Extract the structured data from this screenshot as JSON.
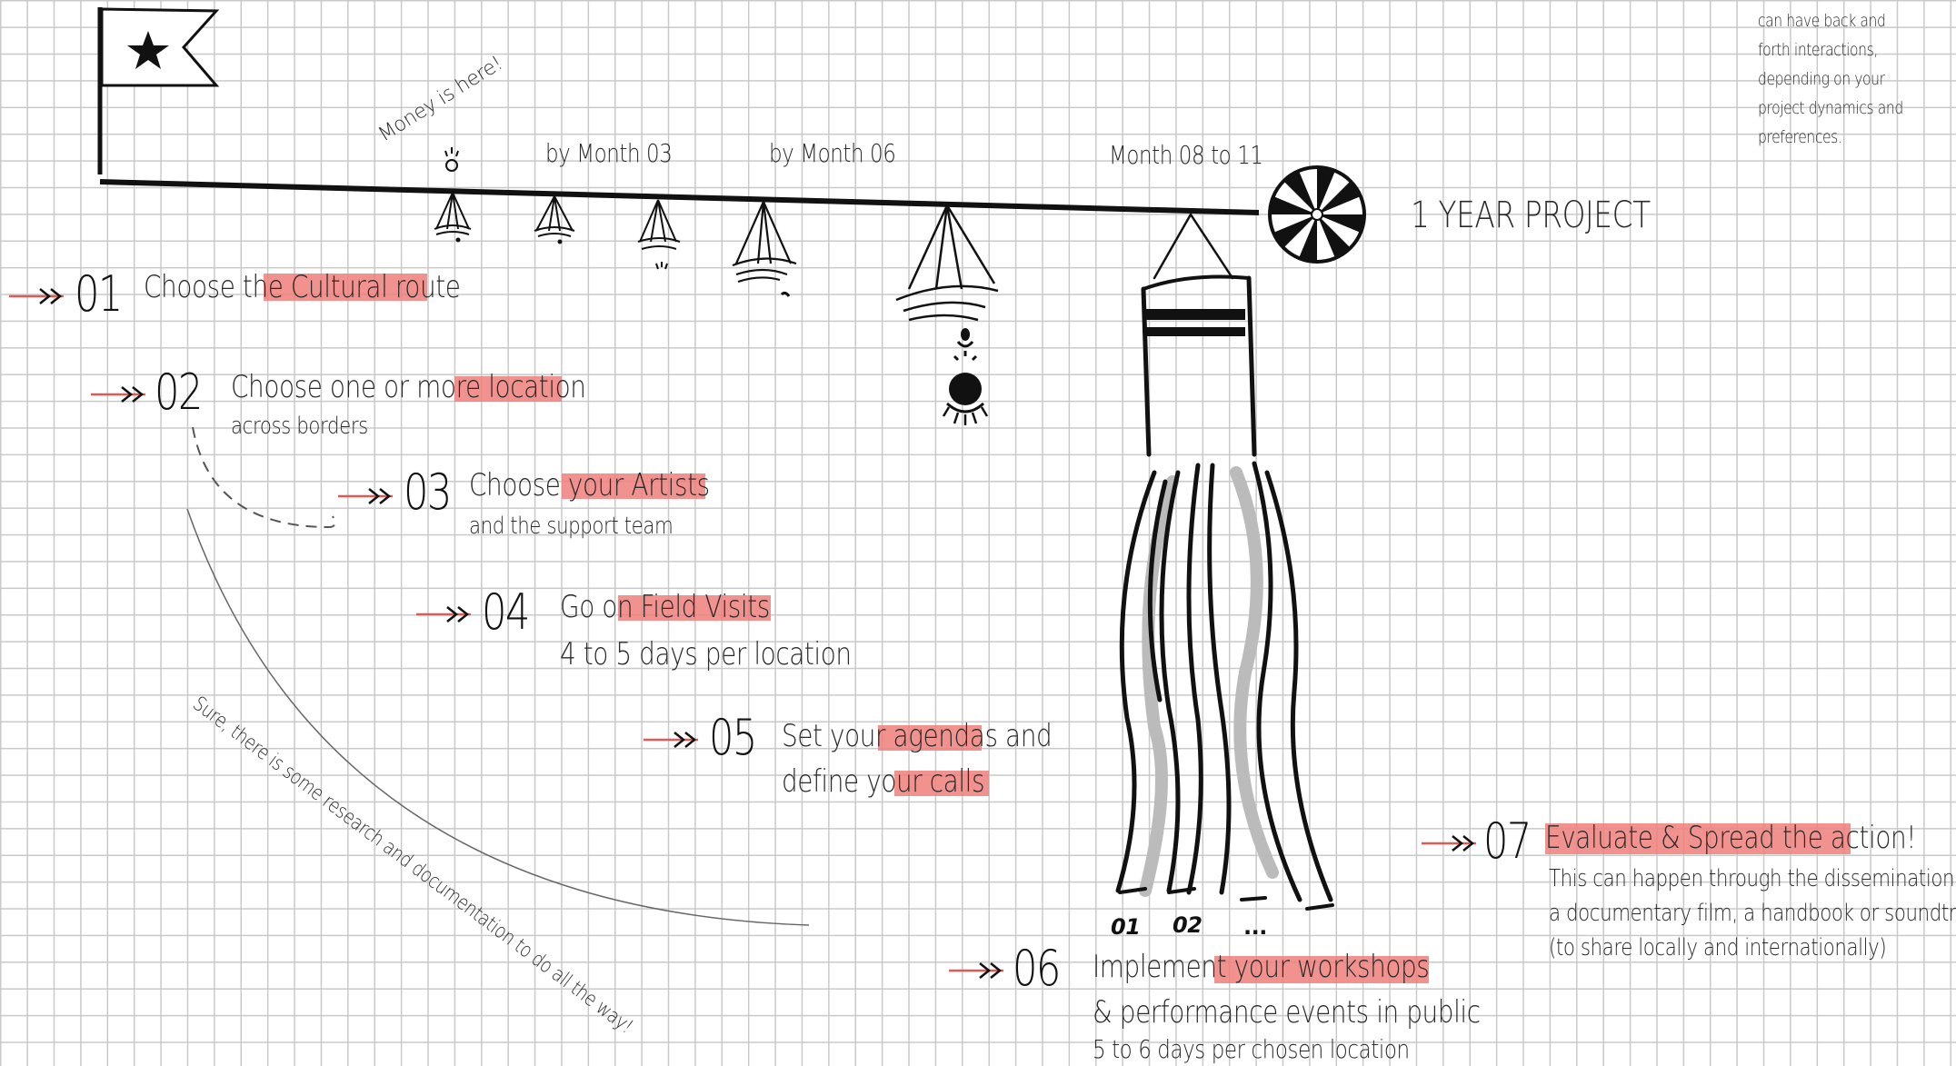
{
  "timeline": {
    "money_label": "Money is here!",
    "month_03": "by Month 03",
    "month_06": "by Month 06",
    "month_08_11": "Month 08 to 11",
    "project_label": "1 YEAR PROJECT"
  },
  "steps": [
    {
      "number": "01",
      "prefix": "Choose the",
      "highlight": "Cultural route",
      "suffix": "",
      "sub": ""
    },
    {
      "number": "02",
      "prefix": "Choose one or more",
      "highlight": "location",
      "suffix": "",
      "sub": "across borders"
    },
    {
      "number": "03",
      "prefix": "Choose",
      "highlight": "your Artists",
      "suffix": "",
      "sub": "and the support team"
    },
    {
      "number": "04",
      "prefix": "Go on",
      "highlight": "Field Visits",
      "suffix": "",
      "sub": "4 to 5 days per location"
    },
    {
      "number": "05",
      "prefix": "Set your",
      "highlight": "agendas",
      "suffix": "and",
      "line2_prefix": "define your",
      "line2_highlight": "calls",
      "sub": ""
    },
    {
      "number": "06",
      "prefix": "Implement",
      "highlight": "your workshops",
      "suffix": "",
      "line2": "& performance events in public",
      "sub": "5 to 6 days per chosen location"
    },
    {
      "number": "07",
      "prefix": "",
      "highlight": "Evaluate & Spread the action",
      "suffix": "!",
      "sub_lines": [
        "This can happen through the dissemination of",
        "a documentary film, a handbook or soundtrack",
        "(to share locally and internationally)"
      ]
    }
  ],
  "windsock_labels": [
    "01",
    "02",
    "..."
  ],
  "research_note": "Sure, there is some research and documentation to do all the way!",
  "corner_note": [
    "can have back and",
    "forth interactions,",
    "depending on your",
    "project dynamics and",
    "preferences."
  ],
  "colors": {
    "highlight": "#ef7f7b",
    "arrow": "#e05a55",
    "grid": "#c9c9c9",
    "ink": "#111111"
  }
}
